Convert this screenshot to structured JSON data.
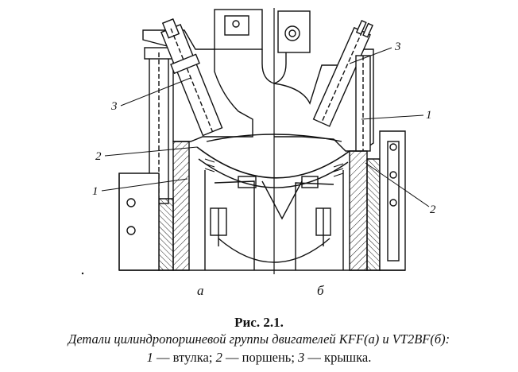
{
  "figure": {
    "sub_a": "а",
    "sub_b": "б",
    "callouts_left": [
      "3",
      "2",
      "1"
    ],
    "callouts_right": [
      "3",
      "1",
      "2"
    ]
  },
  "caption": {
    "title": "Рис. 2.1.",
    "description": "Детали цилиндропоршневой группы двигателей KFF(а) и VT2BF(б):",
    "legend": [
      {
        "num": "1",
        "text": "втулка"
      },
      {
        "num": "2",
        "text": "поршень"
      },
      {
        "num": "3",
        "text": "крышка"
      }
    ]
  }
}
